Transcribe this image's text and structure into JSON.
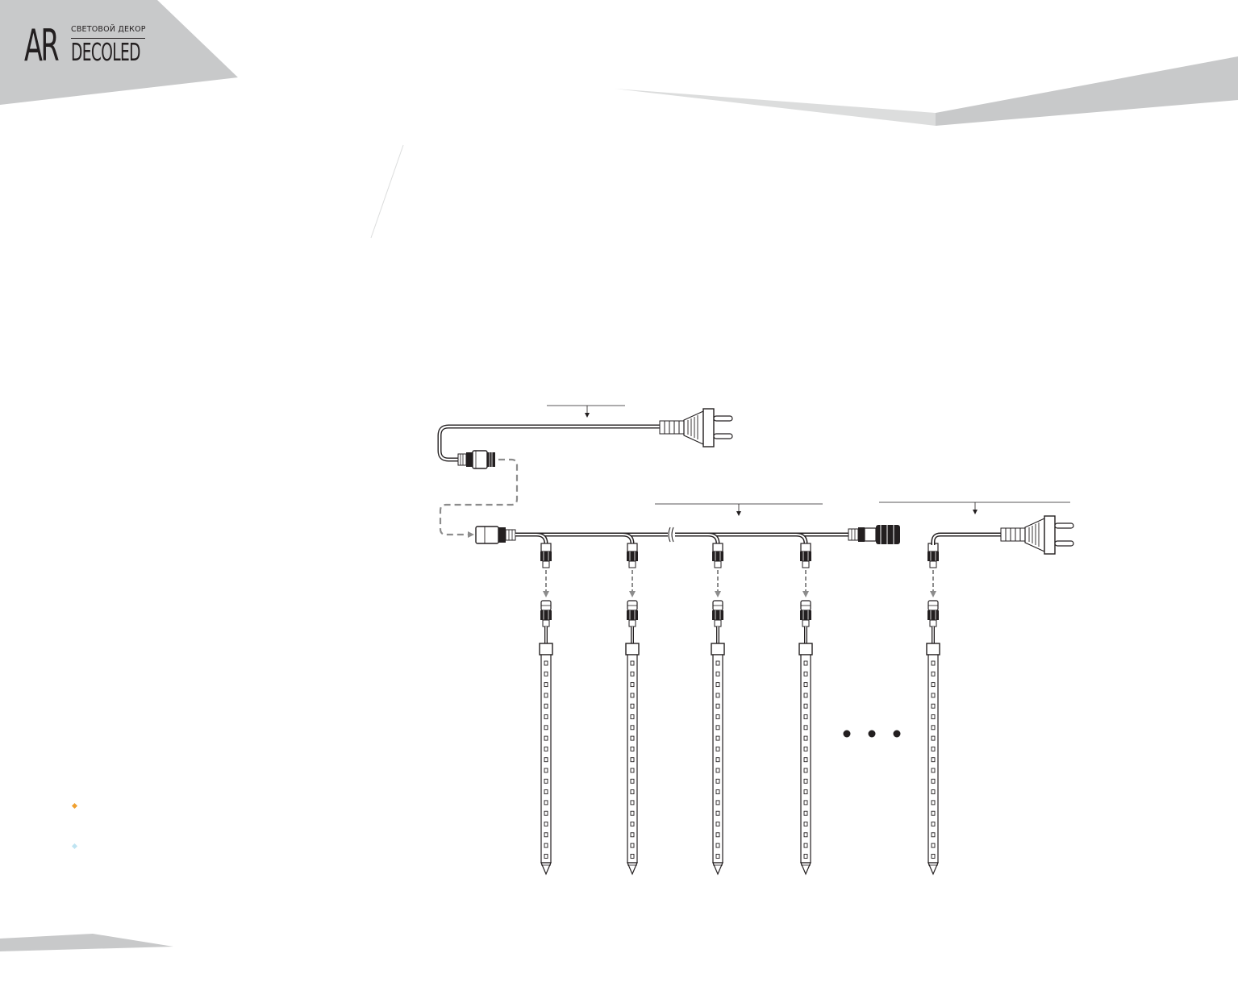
{
  "brand": {
    "logo_mark": "AR",
    "logo_name": "DECOLED",
    "tagline": "СВЕТОВОЙ ДЕКОР"
  },
  "colors": {
    "ink": "#231f20",
    "decor_gray": "#c8c9ca",
    "decor_gray_light": "#dcdddd",
    "dash_gray": "#8c8c8c",
    "accent_warm": "#f0a030",
    "accent_cool": "#bfe4f2"
  },
  "diagram": {
    "icons": [
      "power-plug-icon",
      "waterproof-connector-icon",
      "led-tube-icon",
      "continuation-dots-icon",
      "cable-break-icon"
    ],
    "tubes_main_chain": 4,
    "tubes_extra": 1
  }
}
